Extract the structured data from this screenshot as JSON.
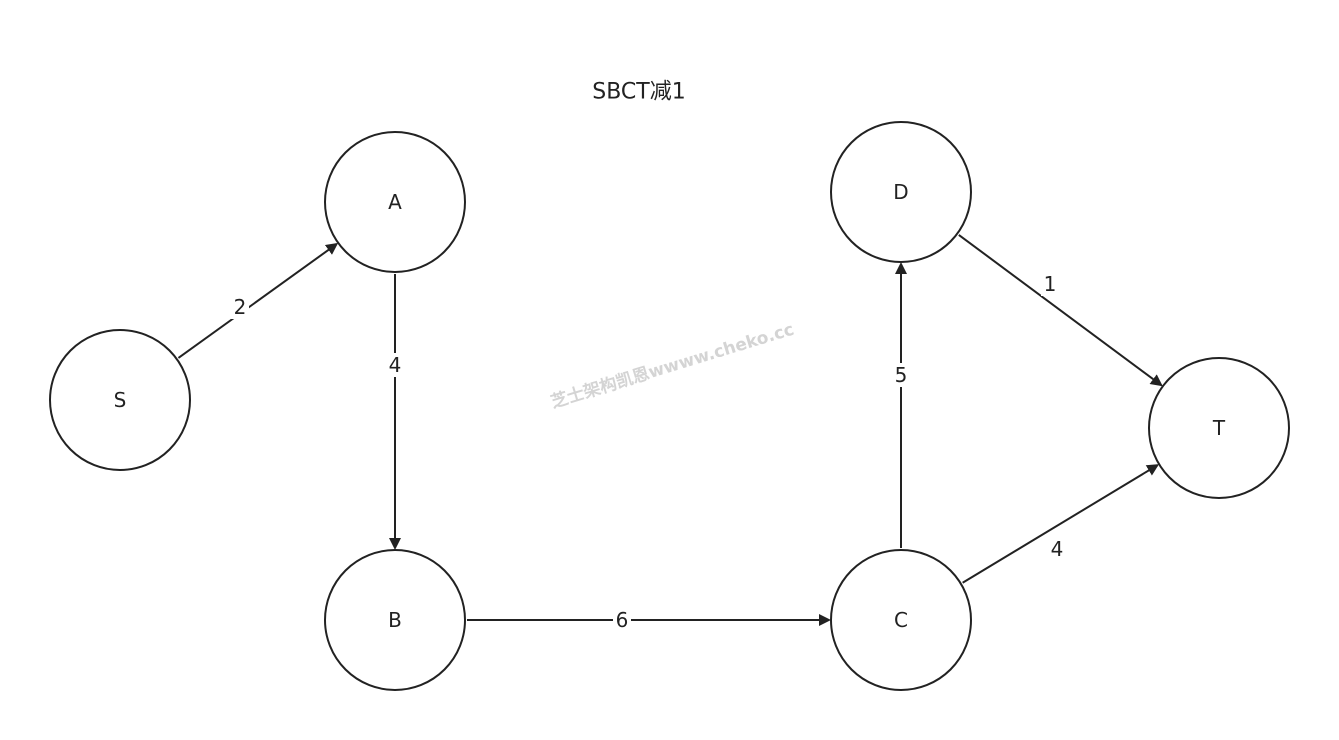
{
  "title": "SBCT减1",
  "watermark": "芝士架构凯恩wwww.cheko.cc",
  "nodes": [
    {
      "id": "S",
      "label": "S"
    },
    {
      "id": "A",
      "label": "A"
    },
    {
      "id": "B",
      "label": "B"
    },
    {
      "id": "C",
      "label": "C"
    },
    {
      "id": "D",
      "label": "D"
    },
    {
      "id": "T",
      "label": "T"
    }
  ],
  "edges": [
    {
      "from": "S",
      "to": "A",
      "weight": "2"
    },
    {
      "from": "A",
      "to": "B",
      "weight": "4"
    },
    {
      "from": "B",
      "to": "C",
      "weight": "6"
    },
    {
      "from": "C",
      "to": "D",
      "weight": "5"
    },
    {
      "from": "D",
      "to": "T",
      "weight": "1"
    },
    {
      "from": "C",
      "to": "T",
      "weight": "4"
    }
  ]
}
